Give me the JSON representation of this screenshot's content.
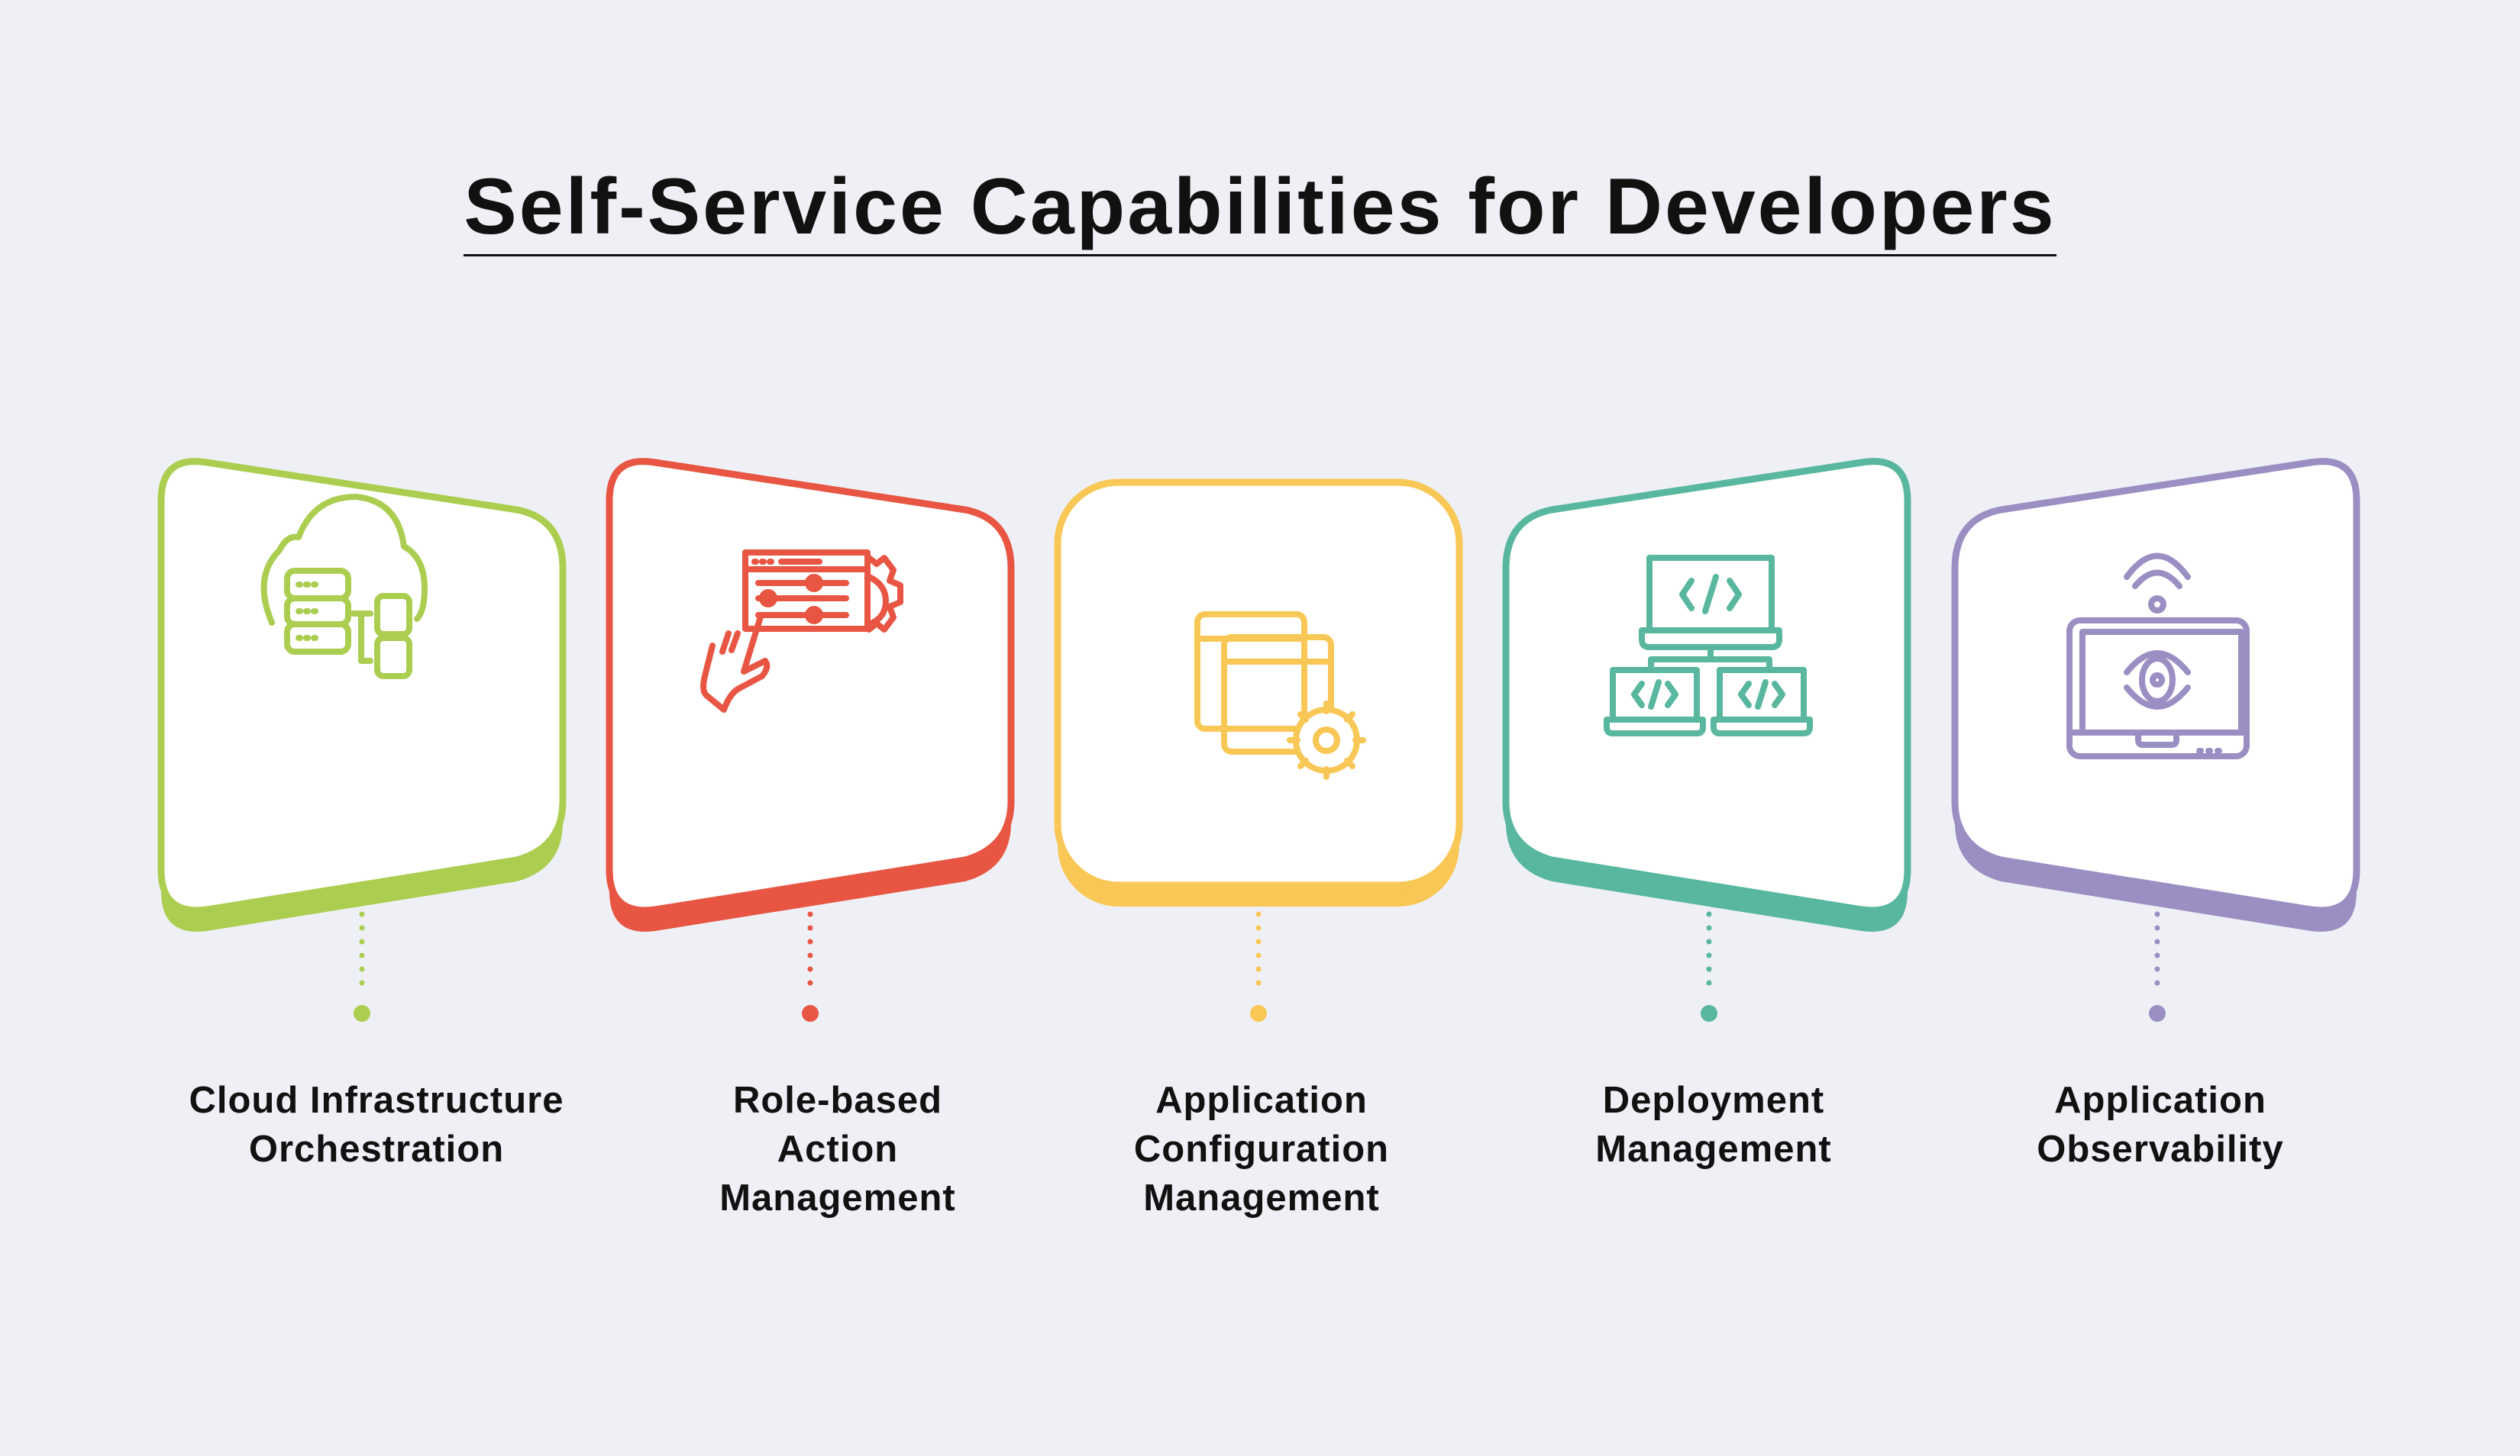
{
  "title": "Self-Service Capabilities for Developers",
  "colors": {
    "background": "#eff0f5",
    "green": "#abce51",
    "red": "#e85543",
    "yellow": "#f8c755",
    "teal": "#58b79e",
    "purple": "#9a8ec3"
  },
  "capabilities": [
    {
      "lines": [
        "Cloud Infrastructure",
        "Orchestration"
      ],
      "icon": "cloud-server-icon",
      "color": "#abce51"
    },
    {
      "lines": [
        "Role-based",
        "Action",
        "Management"
      ],
      "icon": "settings-panel-hand-icon",
      "color": "#e85543"
    },
    {
      "lines": [
        "Application",
        "Configuration",
        "Management"
      ],
      "icon": "windows-gear-icon",
      "color": "#f8c755"
    },
    {
      "lines": [
        "Deployment",
        "Management"
      ],
      "icon": "laptop-network-code-icon",
      "color": "#58b79e"
    },
    {
      "lines": [
        "Application",
        "Observability"
      ],
      "icon": "monitor-eye-icon",
      "color": "#9a8ec3"
    }
  ]
}
